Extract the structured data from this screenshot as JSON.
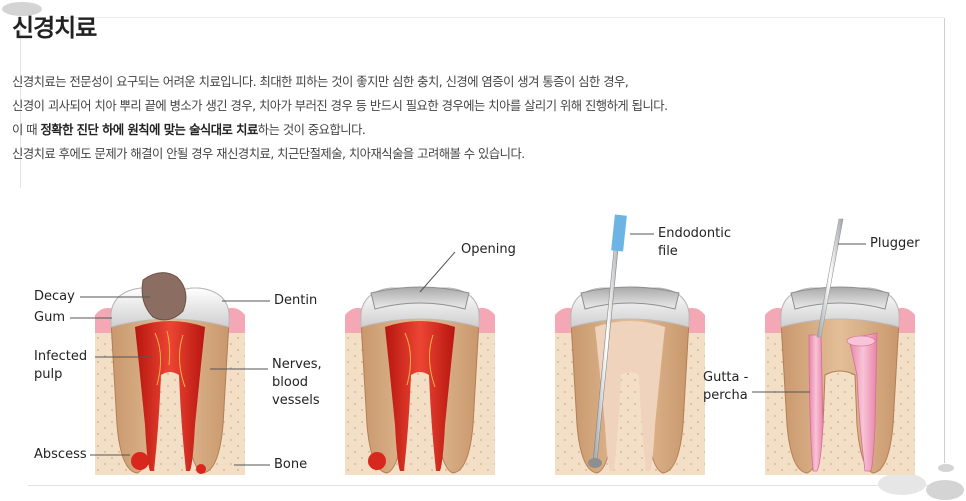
{
  "page": {
    "title": "신경치료",
    "intro": {
      "line1": "신경치료는 전문성이 요구되는 어려운 치료입니다. 최대한 피하는 것이 좋지만 심한 충치, 신경에 염증이 생겨 통증이 심한 경우,",
      "line2": "신경이 괴사되어 치아 뿌리 끝에 병소가 생긴 경우, 치아가 부러진 경우 등 반드시 필요한 경우에는 치아를 살리기 위해 진행하게 됩니다.",
      "line3_pre": "이 때 ",
      "line3_bold": "정확한 진단 하에 원칙에 맞는 술식대로 치료",
      "line3_post": "하는 것이 중요합니다.",
      "line4": "신경치료 후에도 문제가 해결이 안될 경우 재신경치료, 치근단절제술, 치아재식술을 고려해볼 수 있습니다."
    }
  },
  "diagram": {
    "labels": {
      "decay": "Decay",
      "gum": "Gum",
      "infected_line1": "Infected",
      "infected_line2": "pulp",
      "abscess": "Abscess",
      "dentin": "Dentin",
      "nerves_line1": "Nerves,",
      "nerves_line2": "blood",
      "nerves_line3": "vessels",
      "bone": "Bone",
      "opening": "Opening",
      "endo_line1": "Endodontic",
      "endo_line2": "file",
      "plugger": "Plugger",
      "gutta_line1": "Gutta -",
      "gutta_line2": "percha"
    },
    "colors": {
      "bone": "#f3dfc6",
      "gum": "#f4a7b5",
      "enamel": "#e6e6e6",
      "dentin": "#d7ad84",
      "pulp_infected": "#d8281e",
      "pulp_clean": "#f5d8c2",
      "decay": "#8b6d61",
      "file_handle": "#6bb4e4",
      "gutta_percha": "#f1a3c0"
    }
  }
}
